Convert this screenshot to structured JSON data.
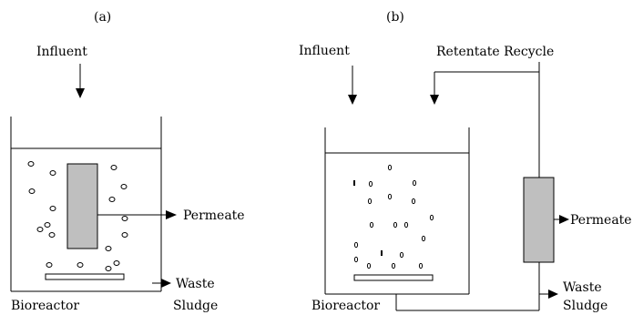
{
  "panel_a": {
    "label": "(a)",
    "influent": "Influent",
    "permeate": "Permeate",
    "waste_line1": "Waste",
    "waste_line2": "Sludge",
    "bioreactor": "Bioreactor"
  },
  "panel_b": {
    "label": "(b)",
    "influent": "Influent",
    "retentate": "Retentate Recycle",
    "permeate": "Permeate",
    "waste_line1": "Waste",
    "waste_line2": "Sludge",
    "bioreactor": "Bioreactor"
  },
  "colors": {
    "module_fill": "#bfbfbf",
    "line": "#000000"
  }
}
